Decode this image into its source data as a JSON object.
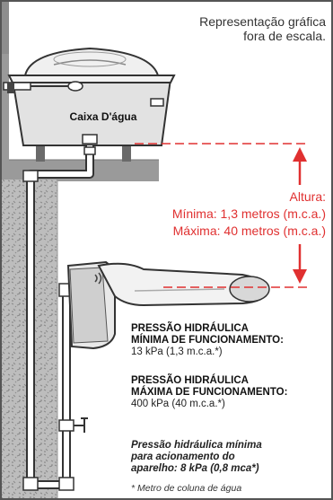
{
  "note": {
    "line1": "Representação gráfica",
    "line2": "fora de escala."
  },
  "tank": {
    "label": "Caixa D'água"
  },
  "height": {
    "label": "Altura:",
    "min": "Mínima: 1,3 metros (m.c.a.)",
    "max": "Máxima: 40 metros (m.c.a.)"
  },
  "pressure_min": {
    "title_line1": "PRESSÃO HIDRÁULICA",
    "title_line2": "MÍNIMA DE FUNCIONAMENTO:",
    "value": "13 kPa (1,3 m.c.a.*)"
  },
  "pressure_max": {
    "title_line1": "PRESSÃO HIDRÁULICA",
    "title_line2": "MÁXIMA DE FUNCIONAMENTO:",
    "value": "400 kPa (40 m.c.a.*)"
  },
  "activation": {
    "line1": "Pressão hidráulica mínima",
    "line2": "para acionamento do",
    "line3": "aparelho: 8 kPa (0,8 mca*)"
  },
  "footnote": "* Metro de coluna de água",
  "colors": {
    "accent_red": "#e03030",
    "wall_gray": "#9a9a9a",
    "wall_dark": "#6e6e6e",
    "pipe_outline": "#333333",
    "pipe_fill": "#ffffff",
    "tank_fill": "#e2e2e2"
  },
  "icons": [
    "tank-icon",
    "shower-icon",
    "valve-icon",
    "arrow-up-icon",
    "arrow-down-icon"
  ]
}
